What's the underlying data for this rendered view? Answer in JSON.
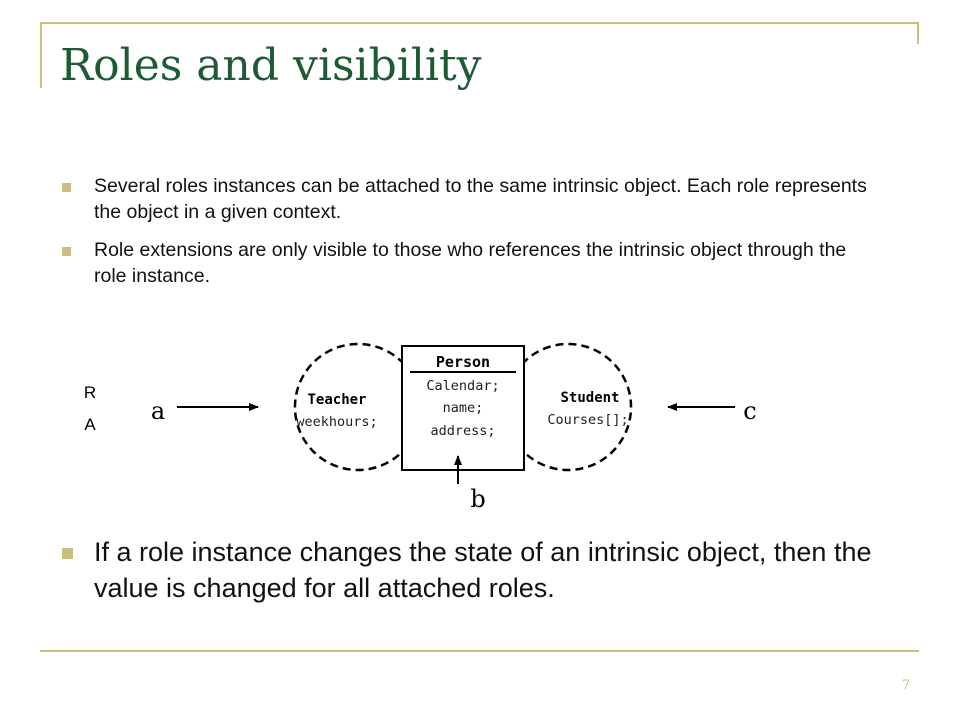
{
  "slide": {
    "title": "Roles and visibility",
    "page_number": "7"
  },
  "bullets": [
    "Several roles instances can be attached to the same intrinsic object. Each role represents the object in a given context.",
    "Role extensions are only visible to those who references the intrinsic object through the role instance."
  ],
  "bottom_bullets": [
    "If a role instance changes the state of an intrinsic object, then the value is changed for all attached roles."
  ],
  "diagram": {
    "person": {
      "name": "Person",
      "fields": [
        "Calendar;",
        "name;",
        "address;"
      ]
    },
    "teacher": {
      "name": "Teacher",
      "fields": [
        "weekhours;"
      ]
    },
    "student": {
      "name": "Student",
      "fields": [
        "Courses[];"
      ]
    },
    "references": {
      "a": "a",
      "b": "b",
      "c": "c"
    },
    "ra_label": {
      "top": "R",
      "bottom": "A"
    }
  },
  "colors": {
    "title": "#1E5B34",
    "accent": "#C9BF7E",
    "text": "#111111"
  }
}
